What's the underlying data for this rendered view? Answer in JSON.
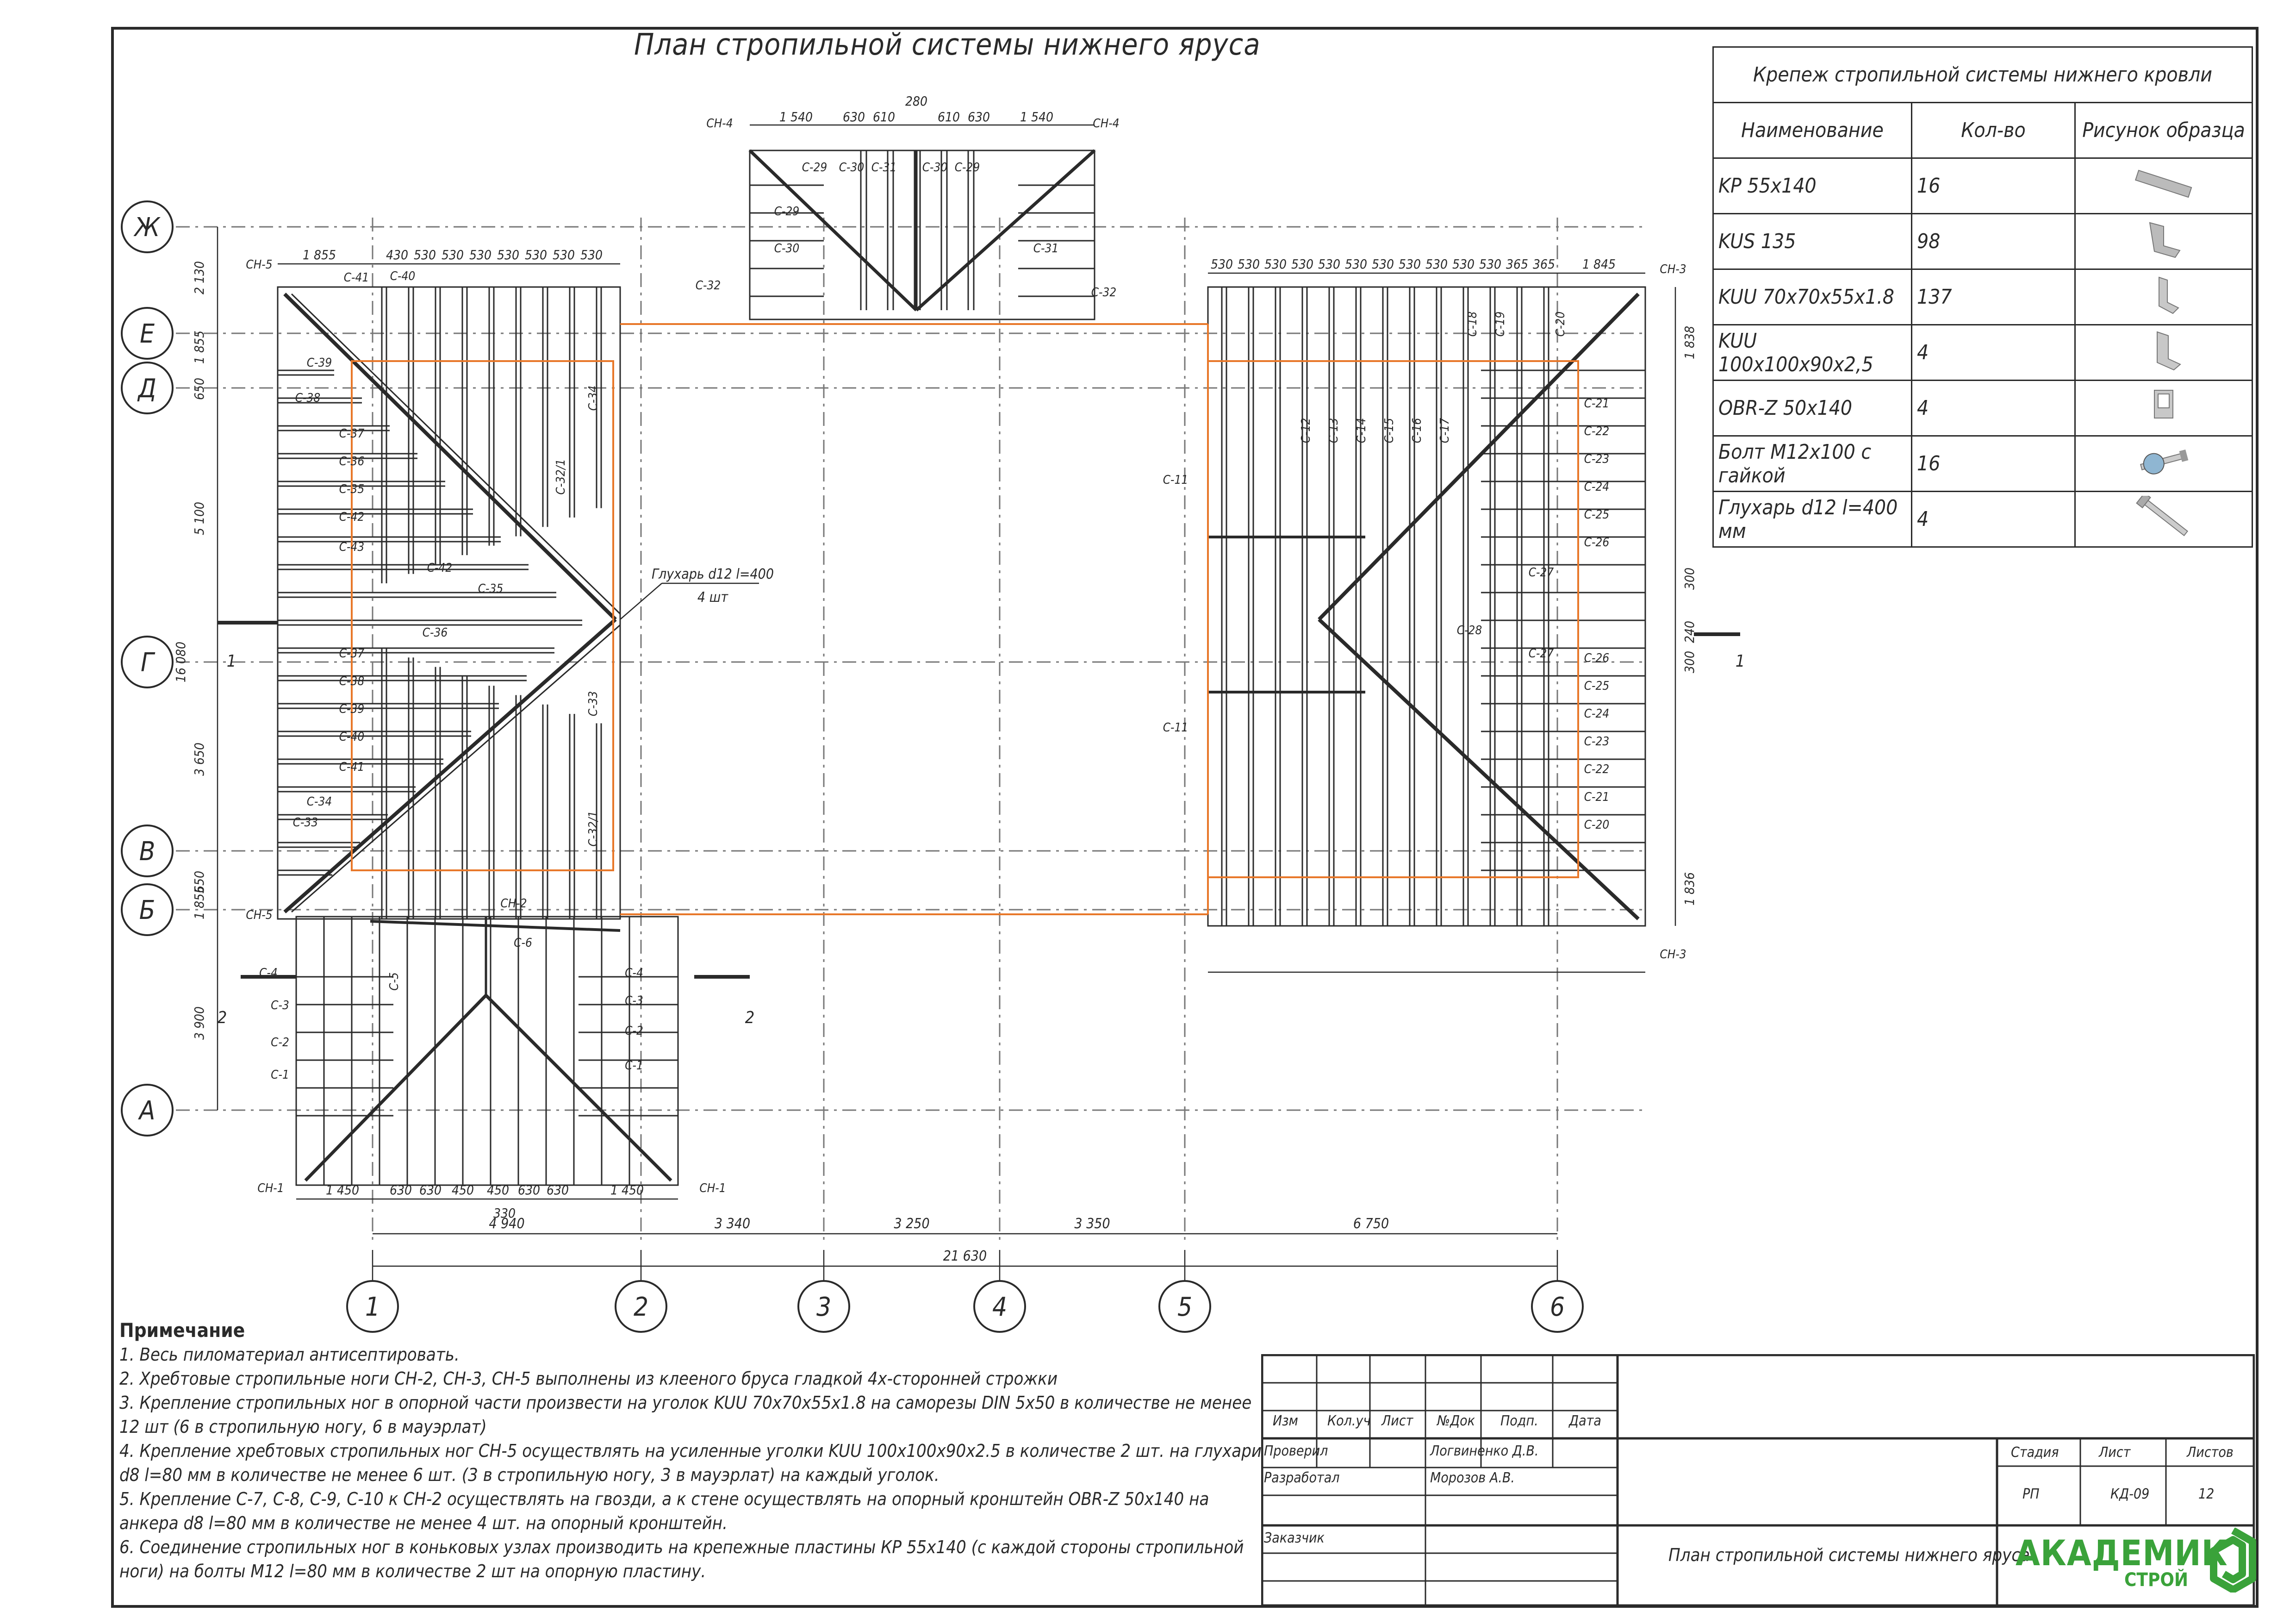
{
  "drawing_title": "План стропильной системы нижнего яруса",
  "fastener_table": {
    "title": "Крепеж стропильной системы нижнего кровли",
    "headers": {
      "name": "Наименование",
      "qty": "Кол-во",
      "picture": "Рисунок образца"
    },
    "rows": [
      {
        "name": "KP 55x140",
        "qty": "16",
        "icon": "flat-plate-icon"
      },
      {
        "name": "KUS 135",
        "qty": "98",
        "icon": "angle-bracket-icon"
      },
      {
        "name": "KUU 70x70x55x1.8",
        "qty": "137",
        "icon": "angle-corner-icon"
      },
      {
        "name": "KUU 100x100x90x2,5",
        "qty": "4",
        "icon": "angle-corner-large-icon"
      },
      {
        "name": "OBR-Z 50x140",
        "qty": "4",
        "icon": "support-bracket-icon"
      },
      {
        "name": "Болт M12x100 с гайкой",
        "qty": "16",
        "icon": "bolt-icon"
      },
      {
        "name": "Глухарь d12 l=400 мм",
        "qty": "4",
        "icon": "lag-screw-icon"
      }
    ]
  },
  "axes": {
    "letters": [
      "Ж",
      "Е",
      "Д",
      "Г",
      "В",
      "Б",
      "А"
    ],
    "numbers": [
      "1",
      "2",
      "3",
      "4",
      "5",
      "6"
    ]
  },
  "bottom_dimensions": {
    "spans": [
      "4 940",
      "3 340",
      "3 250",
      "3 350",
      "6 750"
    ],
    "total": "21 630"
  },
  "left_dimensions": [
    "2 130",
    "1 855",
    "650",
    "5 100",
    "16 080",
    "3 650",
    "650",
    "1 855",
    "3 900"
  ],
  "right_dimensions": [
    "1 838",
    "300",
    "240",
    "300",
    "1 836"
  ],
  "top_left_wing_dims": [
    "1 855",
    "430",
    "530",
    "530",
    "530",
    "530",
    "530",
    "530",
    "530"
  ],
  "top_center_dims": [
    "1 540",
    "630",
    "610",
    "280",
    "610",
    "630",
    "1 540"
  ],
  "right_wing_dims": [
    "530",
    "530",
    "530",
    "530",
    "530",
    "530",
    "530",
    "530",
    "530",
    "530",
    "530",
    "365",
    "365",
    "1 845"
  ],
  "bottom_left_wing_dims": [
    "1 450",
    "630",
    "630",
    "450",
    "450",
    "630",
    "630",
    "1 450"
  ],
  "bottom_left_sub": "330",
  "section_marks": [
    "1",
    "2"
  ],
  "callouts": {
    "lag_label": "Глухарь d12 l=400",
    "lag_qty": "4 шт"
  },
  "member_labels": {
    "left_wing": [
      "С-41",
      "С-40",
      "С-39",
      "С-38",
      "С-37",
      "С-36",
      "С-35",
      "С-42",
      "С-43",
      "С-42",
      "С-35",
      "С-36",
      "С-37",
      "С-38",
      "С-39",
      "С-40",
      "С-41",
      "С-34",
      "С-33",
      "С-32/1",
      "С-33",
      "С-34",
      "С-32/1"
    ],
    "top_center": [
      "С-29",
      "С-30",
      "С-31",
      "С-30",
      "С-29",
      "С-32",
      "С-29",
      "С-30",
      "С-31",
      "С-32"
    ],
    "right_wing": [
      "С-11",
      "С-12",
      "С-13",
      "С-14",
      "С-15",
      "С-16",
      "С-17",
      "С-18",
      "С-19",
      "С-20",
      "С-21",
      "С-22",
      "С-23",
      "С-24",
      "С-25",
      "С-26",
      "С-27",
      "С-28",
      "С-27",
      "С-26",
      "С-25",
      "С-24",
      "С-23",
      "С-22",
      "С-21",
      "С-20",
      "С-11"
    ],
    "bottom_left": [
      "С-1",
      "С-2",
      "С-3",
      "С-4",
      "С-5",
      "С-6",
      "С-4",
      "С-3",
      "С-2",
      "С-1"
    ],
    "hip_rafters": [
      "СН-1",
      "СН-1",
      "СН-2",
      "СН-3",
      "СН-3",
      "СН-4",
      "СН-4",
      "СН-5",
      "СН-5"
    ]
  },
  "notes": {
    "title": "Примечание",
    "items": [
      "1. Весь пиломатериал антисептировать.",
      "2. Хребтовые стропильные ноги СН-2, СН-3, СН-5 выполнены из клееного бруса гладкой 4х-сторонней строжки",
      "3. Крепление стропильных ног в опорной части произвести на уголок KUU 70х70х55х1.8 на саморезы DIN 5х50 в количестве не менее 12 шт (6 в стропильную ногу, 6 в мауэрлат)",
      "4. Крепление хребтовых стропильных ног СН-5 осуществлять на усиленные уголки KUU 100х100х90х2.5 в  количестве 2 шт. на глухари d8 l=80 мм в количестве не менее 6 шт. (3 в стропильную ногу, 3 в мауэрлат) на каждый уголок.",
      "5. Крепление С-7, С-8, С-9, С-10 к СН-2 осуществлять на гвозди, а к стене осуществлять на опорный кронштейн OBR-Z 50х140 на анкера d8 l=80 мм в количестве не менее 4 шт. на опорный кронштейн.",
      "6. Соединение стропильных ног в коньковых узлах производить на крепежные пластины КР 55х140 (с каждой стороны стропильной ноги) на болты М12 l=80 мм в количестве 2 шт на опорную пластину."
    ]
  },
  "title_block": {
    "col_headers": [
      "Изм",
      "Кол.уч",
      "Лист",
      "№Док",
      "Подп.",
      "Дата"
    ],
    "rows": [
      {
        "role": "Проверил",
        "name": "Логвиненко Д.В."
      },
      {
        "role": "Разработал",
        "name": "Морозов А.В."
      },
      {
        "role": "Заказчик",
        "name": ""
      }
    ],
    "stage_headers": [
      "Стадия",
      "Лист",
      "Листов"
    ],
    "stage_values": [
      "РП",
      "КД-09",
      "12"
    ],
    "sheet_title": "План стропильной системы нижнего яруса",
    "company": "АКАДЕМИК",
    "company_sub": "СТРОЙ"
  },
  "colors": {
    "line": "#2a2a2a",
    "accent_orange": "#e8782a",
    "logo_green": "#3aa23a",
    "grid_dash": "#777777"
  }
}
